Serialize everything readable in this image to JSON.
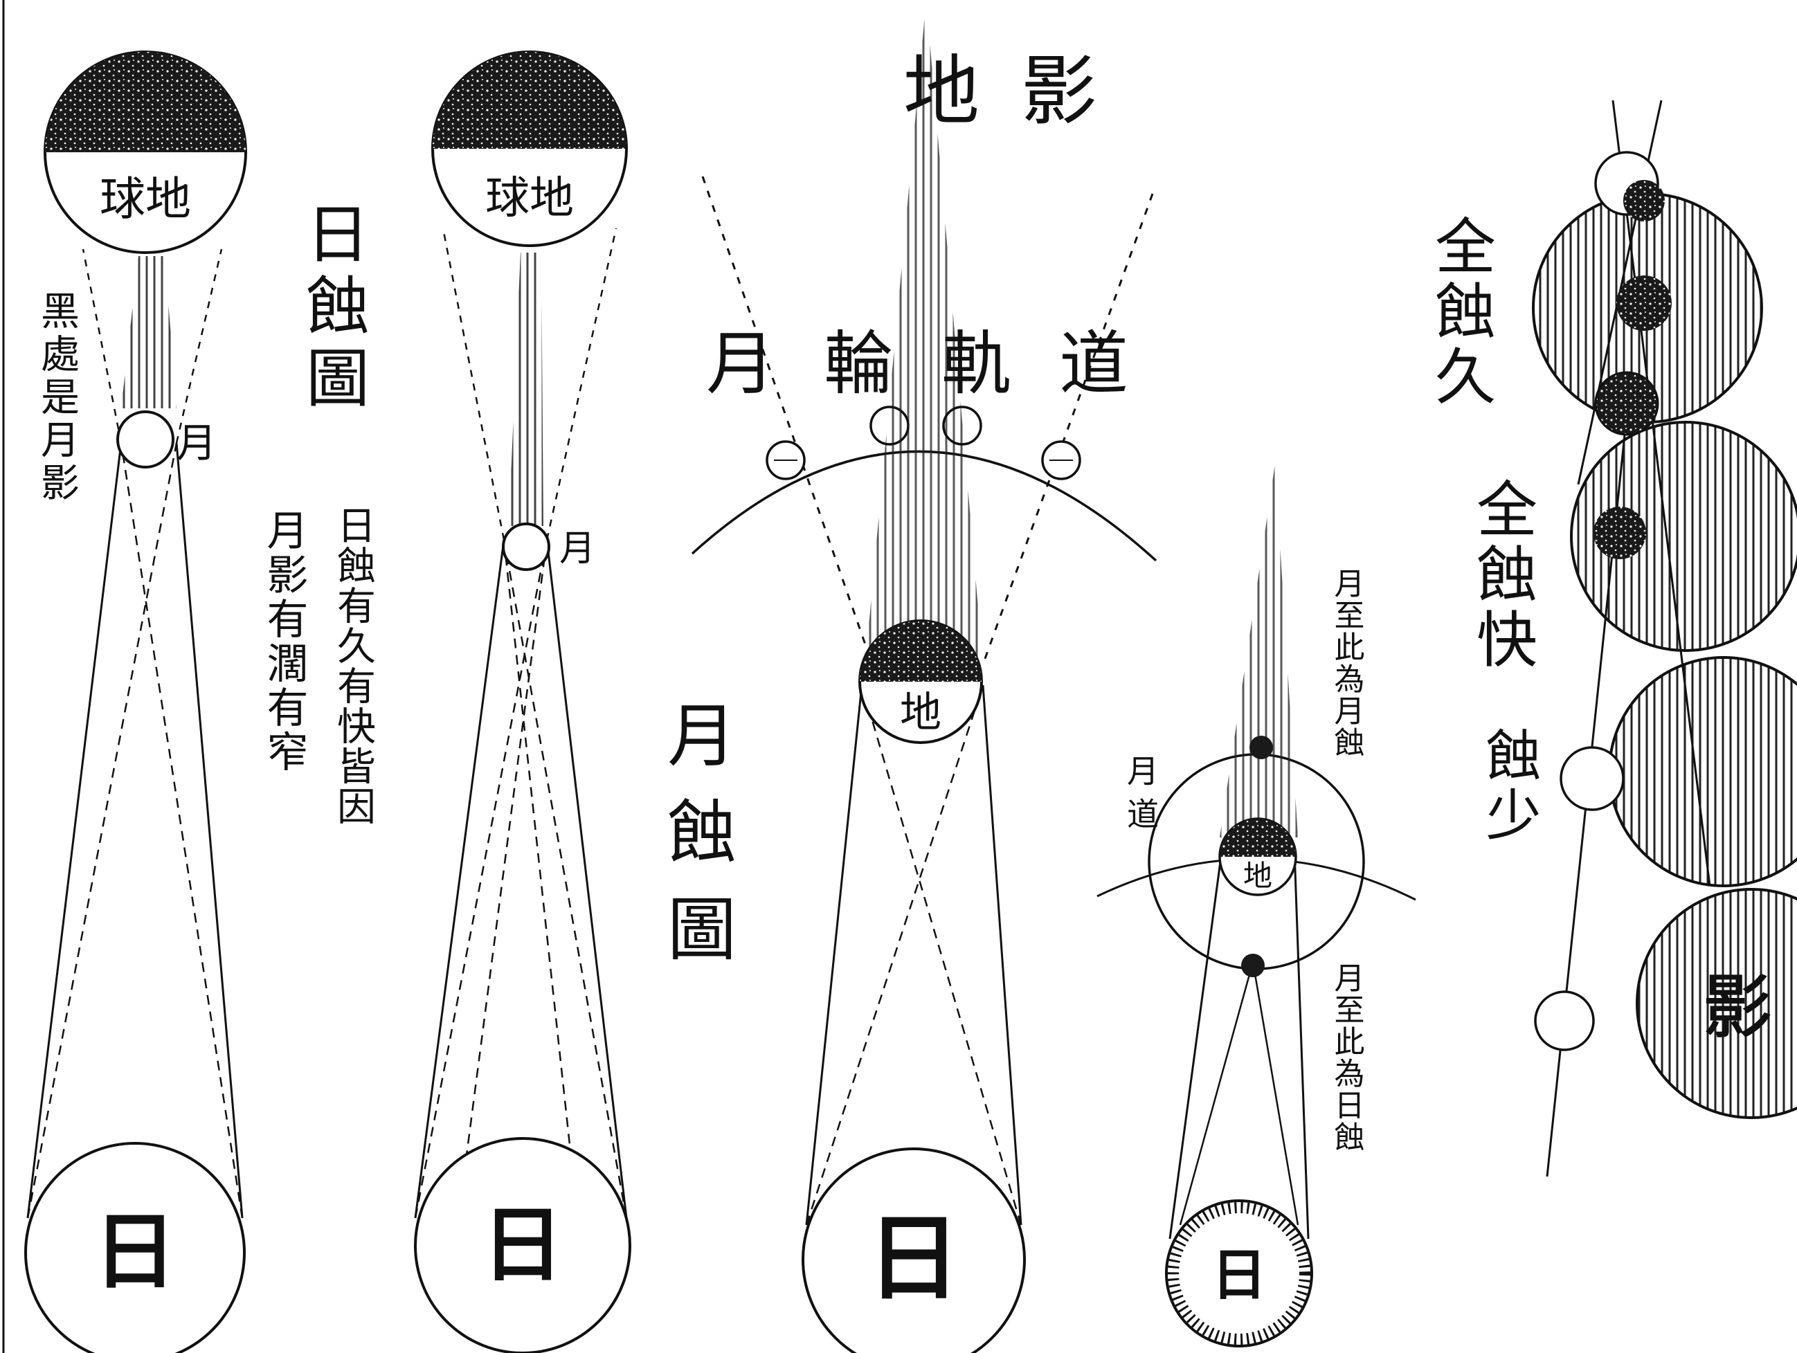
{
  "colors": {
    "ink": "#111111",
    "paper": "#ffffff",
    "dark_fill": "#1a1a1a",
    "hatch": "#222222"
  },
  "solar": {
    "earth_label": "球地",
    "moon_label": "月",
    "sun_label": "日",
    "title": "日蝕圖",
    "shadow_note": "黑處是月影",
    "note_main": "日蝕有久有快皆因",
    "note_sub": "月影有濶有窄"
  },
  "lunar": {
    "title": "月蝕圖",
    "earth_shadow": "地影",
    "moon_orbit": "月輪軌道",
    "earth_label": "地",
    "sun_label": "日"
  },
  "small": {
    "earth_label": "地",
    "sun_label": "日",
    "orbit": "月道",
    "lunar_note": "月至此為月蝕",
    "solar_note": "月至此為日蝕"
  },
  "right": {
    "total_long": "全蝕久",
    "total_fast": "全蝕快",
    "partial": "蝕少",
    "shadow": "影"
  }
}
